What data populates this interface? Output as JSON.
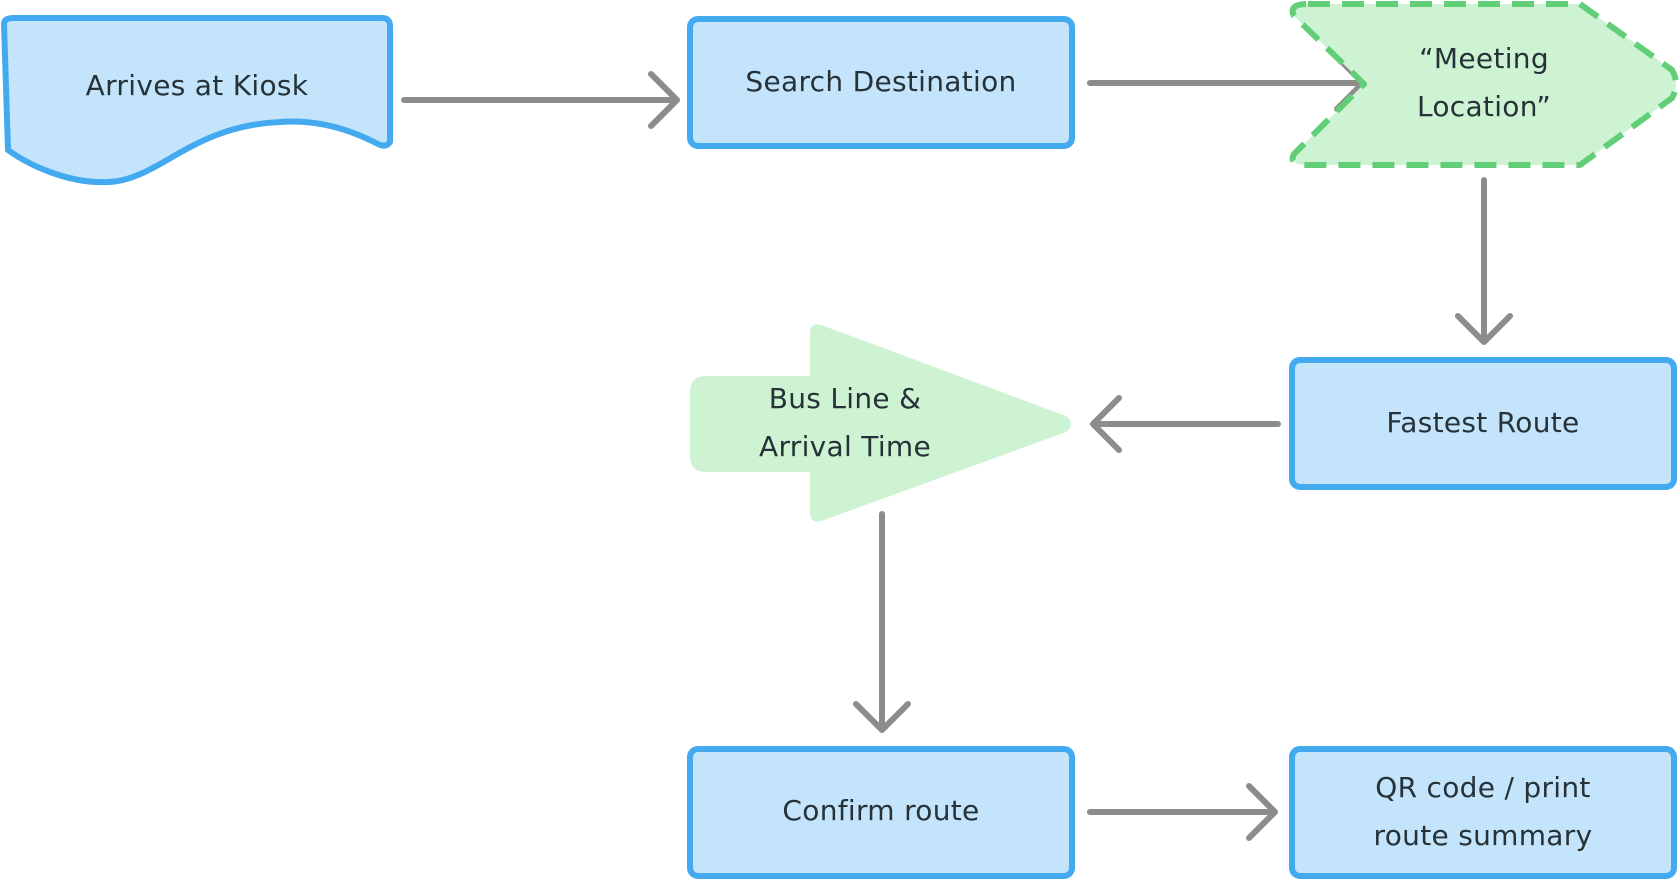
{
  "diagram": {
    "colors": {
      "process_fill": "#c3e4fb",
      "process_stroke": "#44aaf0",
      "decision_fill": "#cdf3d3",
      "decision_stroke": "#62cf78",
      "connector": "#8c8c8c",
      "text": "#263238"
    },
    "nodes": {
      "arrives": {
        "shape": "document",
        "lines": [
          "Arrives at Kiosk"
        ]
      },
      "search": {
        "shape": "process",
        "lines": [
          "Search Destination"
        ]
      },
      "meeting": {
        "shape": "display",
        "lines": [
          "“Meeting",
          "Location”"
        ]
      },
      "fastest": {
        "shape": "process",
        "lines": [
          "Fastest Route"
        ]
      },
      "bus": {
        "shape": "off-page-arrow",
        "lines": [
          "Bus Line &",
          "Arrival Time"
        ]
      },
      "confirm": {
        "shape": "process",
        "lines": [
          "Confirm route"
        ]
      },
      "qr": {
        "shape": "process",
        "lines": [
          "QR code / print",
          "route summary"
        ]
      }
    },
    "edges": [
      {
        "from": "arrives",
        "to": "search"
      },
      {
        "from": "search",
        "to": "meeting"
      },
      {
        "from": "meeting",
        "to": "fastest"
      },
      {
        "from": "fastest",
        "to": "bus"
      },
      {
        "from": "bus",
        "to": "confirm"
      },
      {
        "from": "confirm",
        "to": "qr"
      }
    ]
  }
}
